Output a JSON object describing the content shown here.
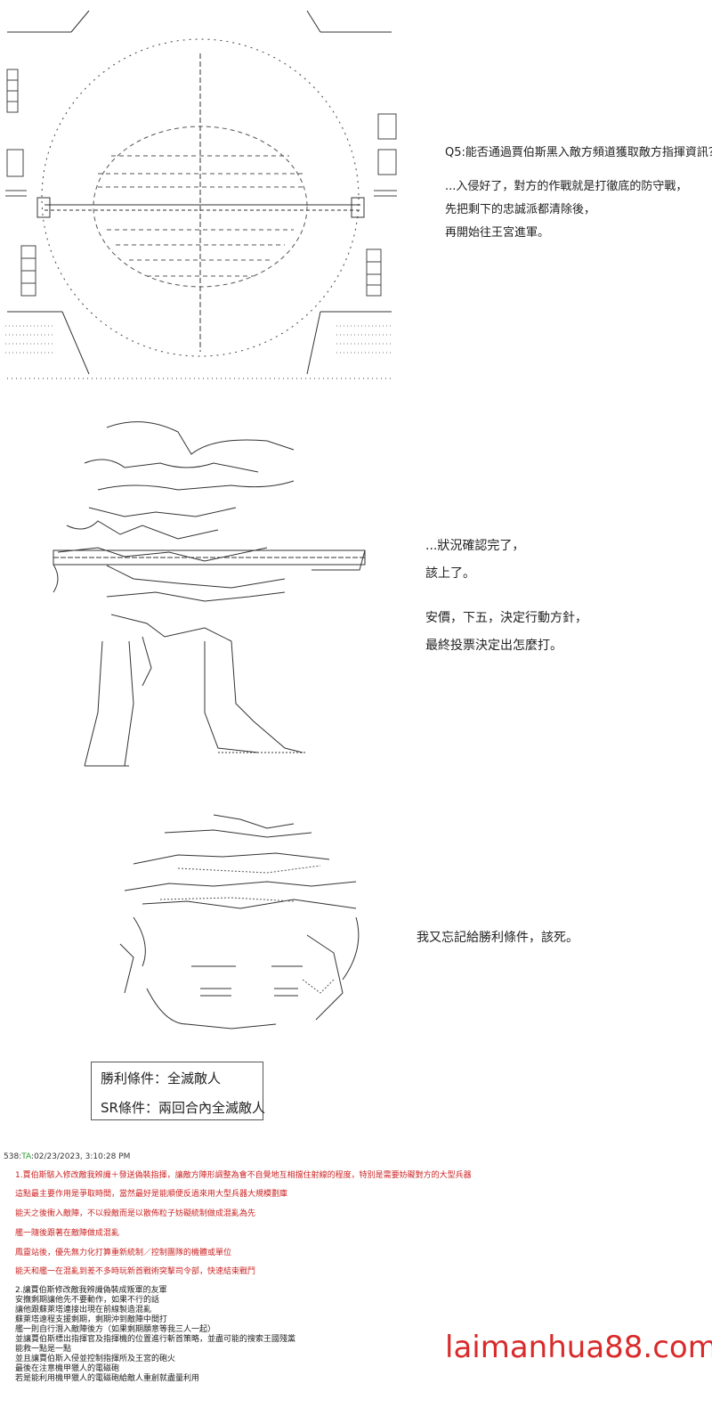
{
  "panel1": {
    "lines": [
      "Q5:能否通過賈伯斯黑入敵方頻道獲取敵方指揮資訊？",
      "...入侵好了，對方的作戰就是打徹底的防守戰，",
      "先把剩下的忠誠派都清除後，",
      "再開始往王宮進軍。"
    ]
  },
  "panel2": {
    "lines": [
      "...狀況確認完了，",
      "該上了。",
      "安價，下五，決定行動方針，",
      "最終投票決定出怎麼打。"
    ]
  },
  "panel3": {
    "line": "我又忘記給勝利條件，該死。"
  },
  "victory_box": {
    "row1": "勝利條件：全滅敵人",
    "row2": "SR條件：兩回合內全滅敵人"
  },
  "post": {
    "number": "538:",
    "ta": "TA",
    "date": ":02/23/2023, 3:10:28 PM",
    "red_lines": [
      "1.賈伯斯駭入修改敵我辨識＋發送偽裝指揮，讓敵方陣形調整為會不自覺地互相擋住射線的程度，特別是需要妨礙對方的大型兵器",
      "這點最主要作用是爭取時間，當然最好是能順便反過來用大型兵器大規模劃庫",
      "能天之後衝入敵陣，不以殺敵而是以散佈粒子妨礙統制做成混亂為先",
      "艦一隨後跟著在敵陣做成混亂",
      "鳳靈站後，優先無力化打算重新統制／控制團隊的機體或單位",
      "能天和艦一在混亂到差不多時玩新首戰術突擊司令部，快速結束戰鬥"
    ],
    "black_lines": [
      "2.讓賈伯斯修改敵我辨識偽裝成叛軍的友軍",
      "安撫剩期讓他先不要動作，如果不行的話",
      "讓他跟蘇萊塔連接出現在前線製造混亂",
      "蘇萊塔遠程支援剩期，剩期沖到敵陣中間打",
      "艦一則自行潛入敵陣後方（如果剩期願意等我三人一起）",
      "並讓賈伯斯標出指揮官及指揮機的位置進行斬首策略，並盡可能的搜索王國殘黨",
      "能救一點是一點",
      "並且讓賈伯斯入侵並控制指揮所及王宮的砲火",
      "最後在注意機甲獵人的電磁砲",
      "若是能利用機甲獵人的電磁砲給敵人重創就盡量利用"
    ]
  },
  "watermark": "laimanhua88.com"
}
